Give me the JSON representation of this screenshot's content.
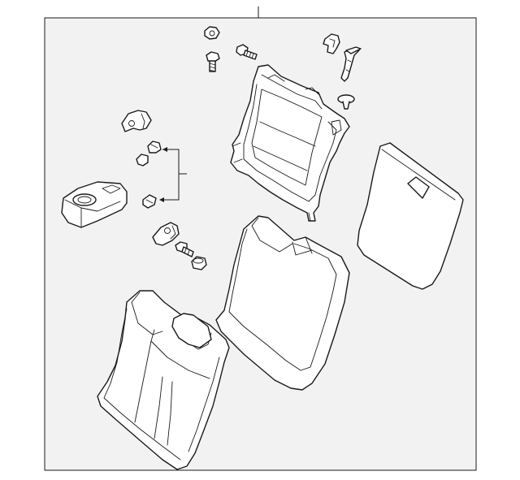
{
  "diagram": {
    "type": "exploded-parts-illustration",
    "background_color": "#ffffff",
    "panel_color": "#f2f2f2",
    "line_color": "#1a1a1a",
    "parts": [
      {
        "name": "push-nut-top",
        "icon": "nut-icon"
      },
      {
        "name": "bolt-top-left",
        "icon": "bolt-icon"
      },
      {
        "name": "bolt-top-center",
        "icon": "bolt-icon"
      },
      {
        "name": "hinge-clip-right",
        "icon": "clip-icon"
      },
      {
        "name": "latch-bracket",
        "icon": "bracket-icon"
      },
      {
        "name": "push-pin-clip",
        "icon": "clip-icon"
      },
      {
        "name": "seatback-frame",
        "icon": "frame-icon"
      },
      {
        "name": "seatback-trim-board",
        "icon": "panel-icon"
      },
      {
        "name": "hook-bracket-left",
        "icon": "bracket-icon"
      },
      {
        "name": "retainer-clip-a",
        "icon": "clip-icon"
      },
      {
        "name": "retainer-clip-b",
        "icon": "clip-icon"
      },
      {
        "name": "retainer-clip-c",
        "icon": "clip-icon"
      },
      {
        "name": "armrest-cupholder",
        "icon": "armrest-icon"
      },
      {
        "name": "hinge-bracket-lower",
        "icon": "bracket-icon"
      },
      {
        "name": "bolt-lower",
        "icon": "bolt-icon"
      },
      {
        "name": "bushing-lower",
        "icon": "bushing-icon"
      },
      {
        "name": "seatback-cushion-pad",
        "icon": "cushion-icon"
      },
      {
        "name": "seat-cushion",
        "icon": "cushion-icon"
      }
    ]
  }
}
